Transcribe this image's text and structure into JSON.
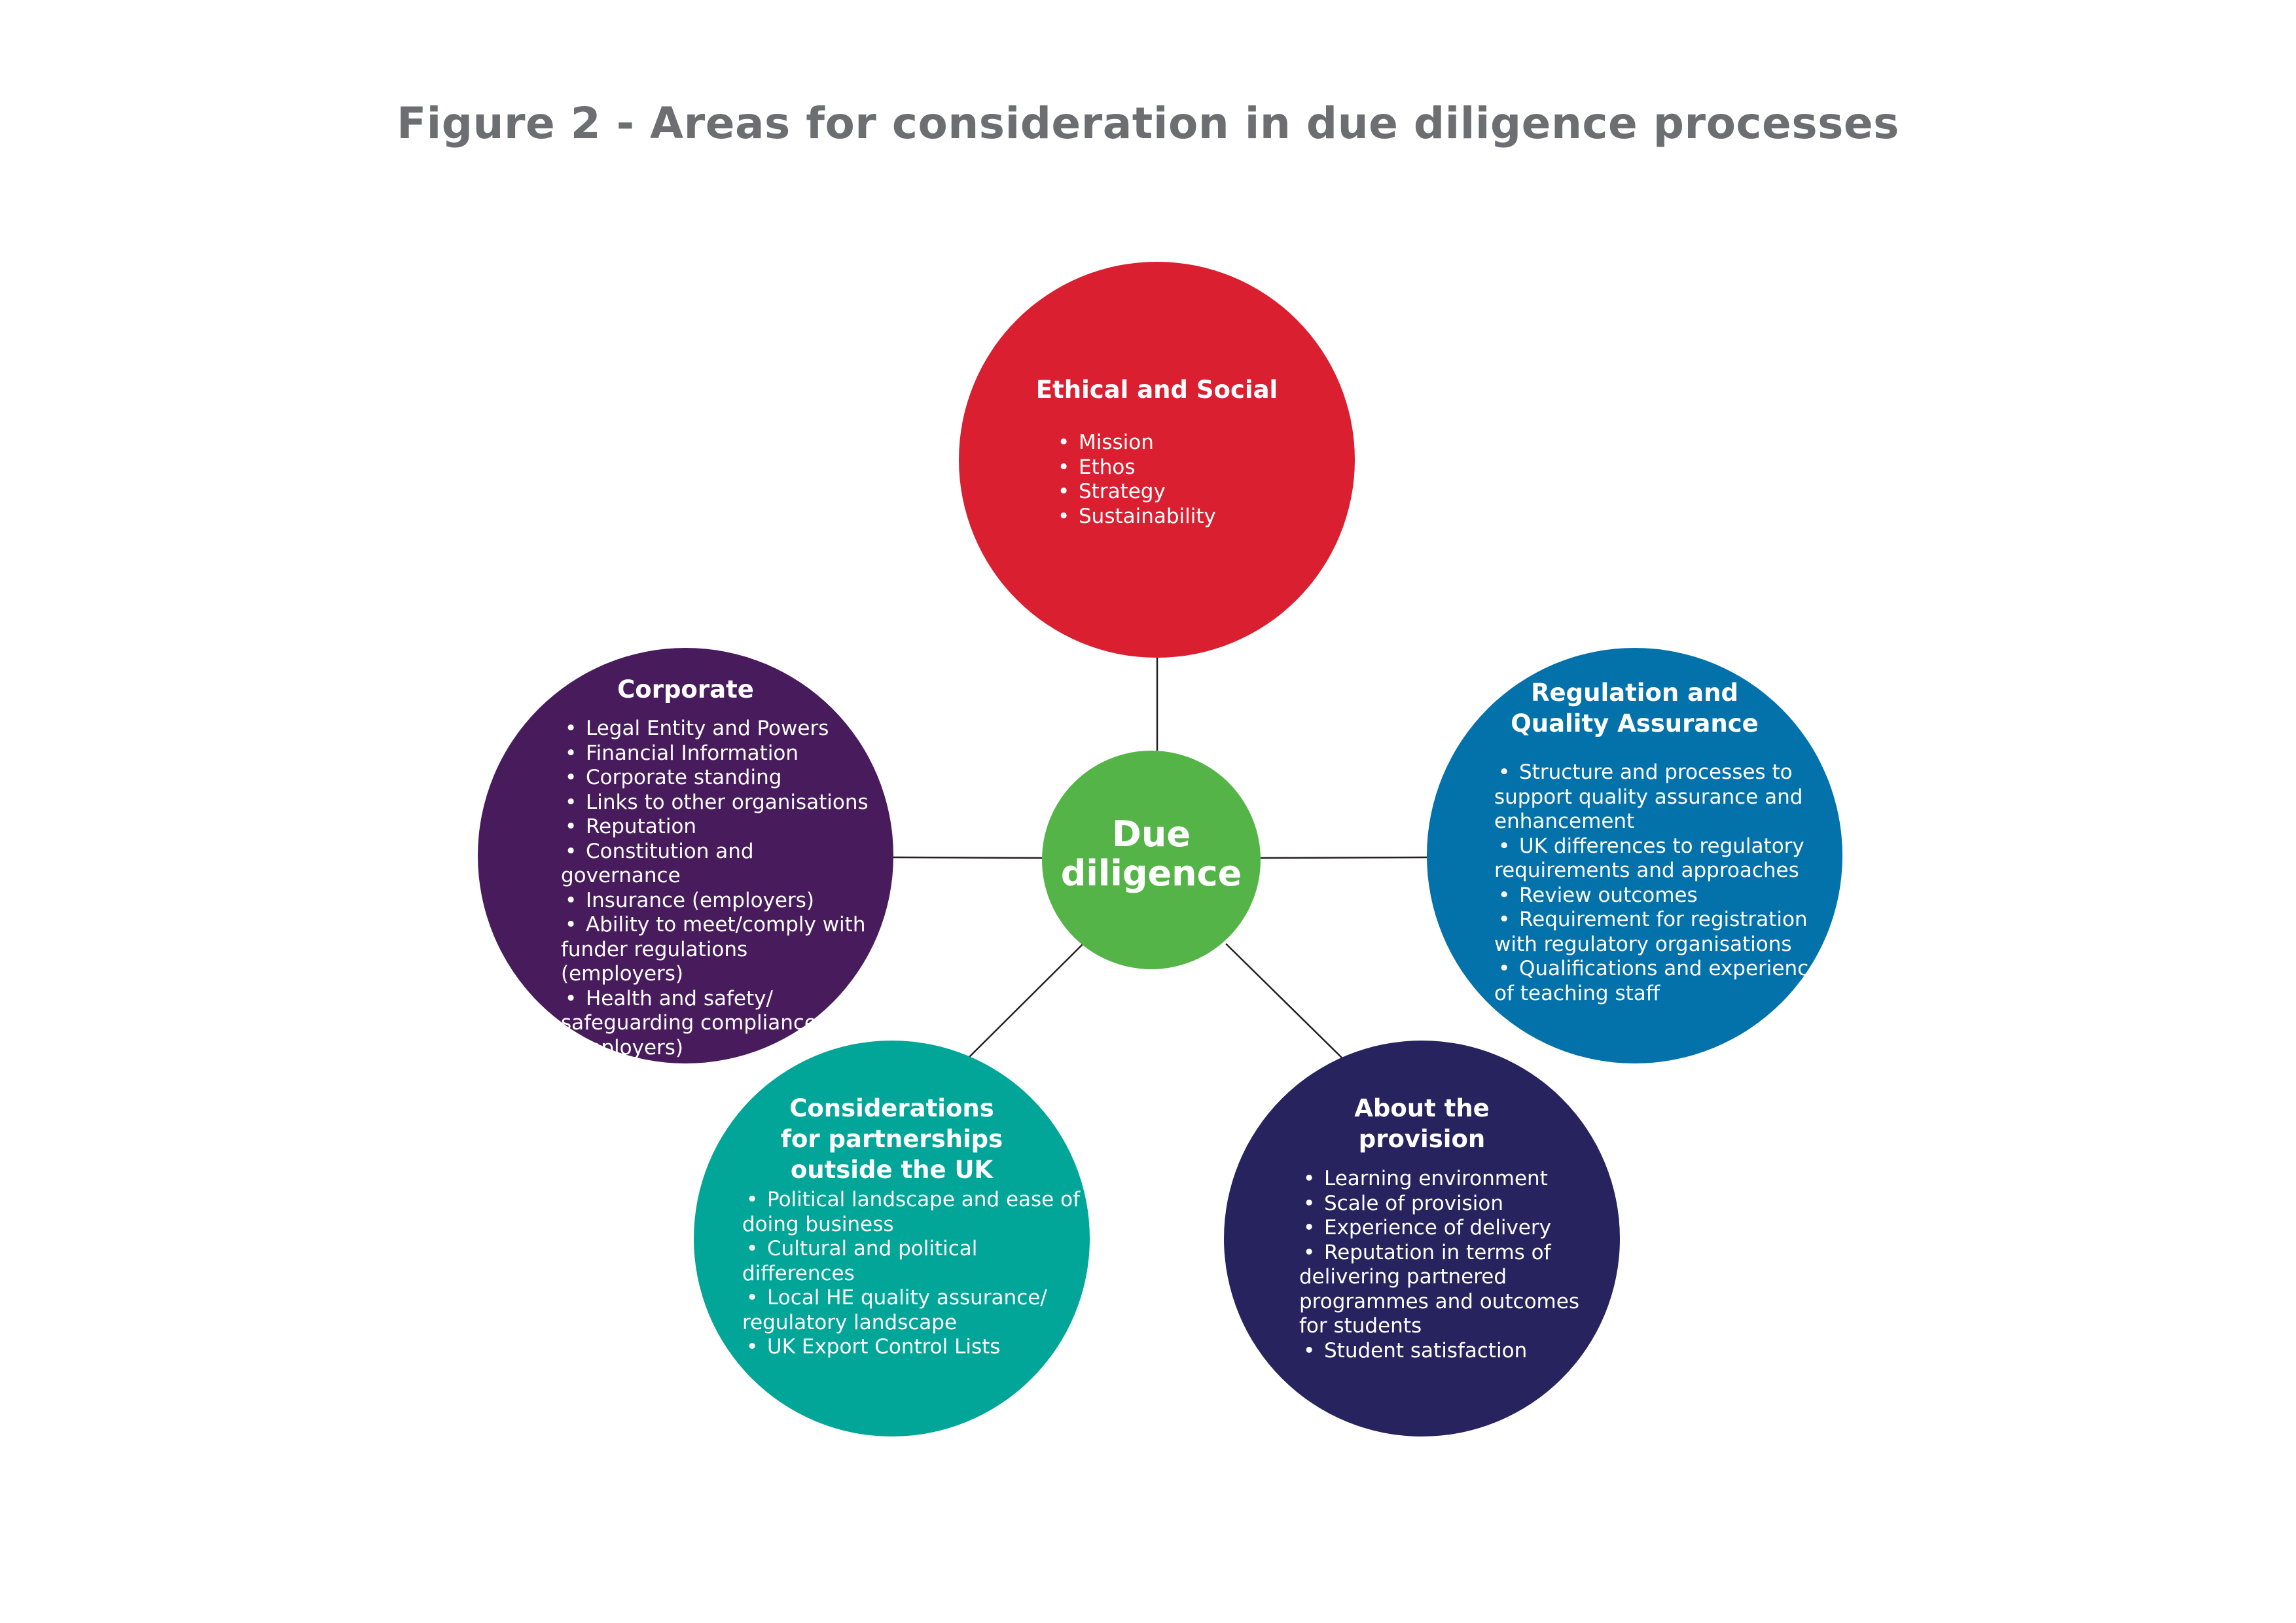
{
  "title": "Figure 2 - Areas for consideration in due diligence processes",
  "center": {
    "label_lines": [
      "Due",
      "diligence"
    ],
    "color": "#55b447"
  },
  "areas": {
    "ethical_social": {
      "color": "#d91f30",
      "title_lines": [
        "Ethical and Social"
      ],
      "items": [
        "Mission",
        "Ethos",
        "Strategy",
        "Sustainability"
      ]
    },
    "corporate": {
      "color": "#481c5c",
      "title_lines": [
        "Corporate"
      ],
      "items": [
        "Legal Entity and Powers",
        "Financial Information",
        "Corporate standing",
        "Links to other organisations",
        "Reputation",
        "Constitution and governance",
        "Insurance (employers)",
        "Ability to meet/comply with funder regulations (employers)",
        "Health and safety/ safeguarding compliance (employers)"
      ]
    },
    "regulation_qa": {
      "color": "#0472aa",
      "title_lines": [
        "Regulation and",
        "Quality Assurance"
      ],
      "items": [
        "Structure and processes to support quality assurance and enhancement",
        "UK differences to regulatory requirements and approaches",
        "Review outcomes",
        "Requirement for registration with regulatory organisations",
        "Qualifications and experience of teaching staff"
      ]
    },
    "partnerships_outside_uk": {
      "color": "#01a699",
      "title_lines": [
        "Considerations",
        "for partnerships",
        "outside the UK"
      ],
      "items": [
        "Political landscape and ease of doing business",
        "Cultural and political differences",
        "Local HE quality assurance/ regulatory landscape",
        "UK Export Control Lists"
      ]
    },
    "about_provision": {
      "color": "#27235e",
      "title_lines": [
        "About the",
        "provision"
      ],
      "items": [
        "Learning environment",
        "Scale of provision",
        "Experience of delivery",
        "Reputation in terms of delivering partnered programmes and outcomes for students",
        "Student satisfaction"
      ]
    }
  },
  "connector_color": "#231f20"
}
